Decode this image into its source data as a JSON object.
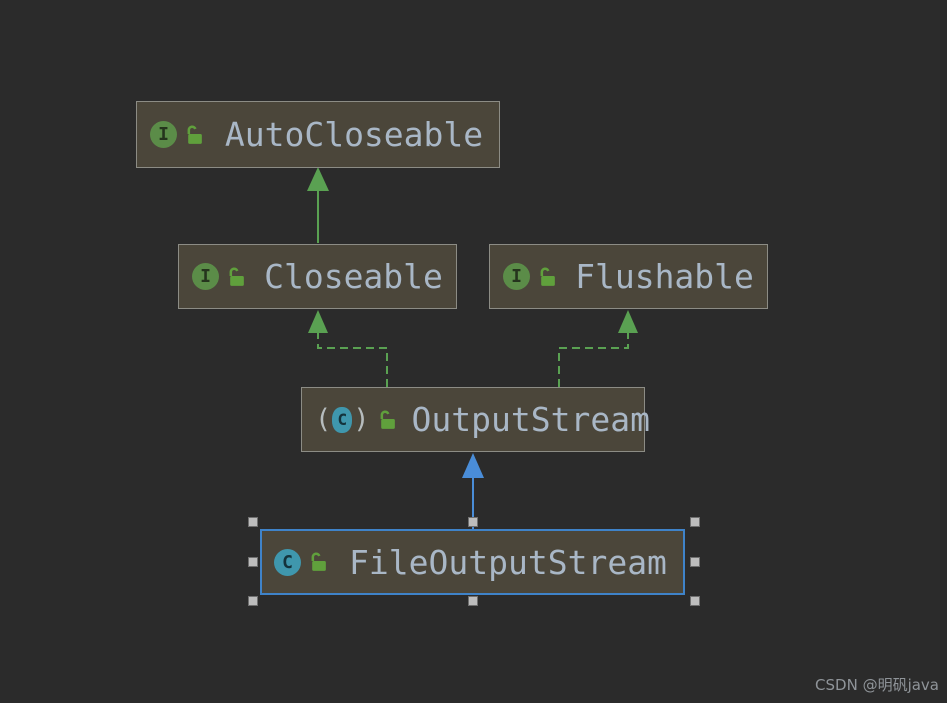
{
  "diagram": {
    "nodes": [
      {
        "id": "AutoCloseable",
        "label": "AutoCloseable",
        "kind": "interface",
        "icon_letter": "I",
        "modifier_icon": "unlock-icon",
        "selected": false
      },
      {
        "id": "Closeable",
        "label": "Closeable",
        "kind": "interface",
        "icon_letter": "I",
        "modifier_icon": "unlock-icon",
        "selected": false
      },
      {
        "id": "Flushable",
        "label": "Flushable",
        "kind": "interface",
        "icon_letter": "I",
        "modifier_icon": "unlock-icon",
        "selected": false
      },
      {
        "id": "OutputStream",
        "label": "OutputStream",
        "kind": "abstract-class",
        "icon_letter": "C",
        "modifier_icon": "unlock-icon",
        "selected": false
      },
      {
        "id": "FileOutputStream",
        "label": "FileOutputStream",
        "kind": "class",
        "icon_letter": "C",
        "modifier_icon": "unlock-icon",
        "selected": true
      }
    ],
    "edges": [
      {
        "from": "Closeable",
        "to": "AutoCloseable",
        "relation": "extends",
        "line": "solid",
        "color": "green"
      },
      {
        "from": "OutputStream",
        "to": "Closeable",
        "relation": "implements",
        "line": "dashed",
        "color": "green"
      },
      {
        "from": "OutputStream",
        "to": "Flushable",
        "relation": "implements",
        "line": "dashed",
        "color": "green"
      },
      {
        "from": "FileOutputStream",
        "to": "OutputStream",
        "relation": "extends",
        "line": "solid",
        "color": "blue"
      }
    ]
  },
  "colors": {
    "background": "#2b2b2b",
    "node_fill": "#4b463a",
    "node_border": "#8c8c85",
    "label_text": "#a9b7c6",
    "interface_icon_green": "#5b8c48",
    "class_icon_teal": "#3f97ad",
    "lock_green": "#60a03c",
    "edge_green": "#5aa152",
    "edge_blue": "#4a8dd8",
    "selection_blue": "#3f83c9",
    "handle_gray": "#bdbdbd",
    "watermark_gray": "#8f9499"
  },
  "watermark": {
    "text": "CSDN @明矾java"
  }
}
